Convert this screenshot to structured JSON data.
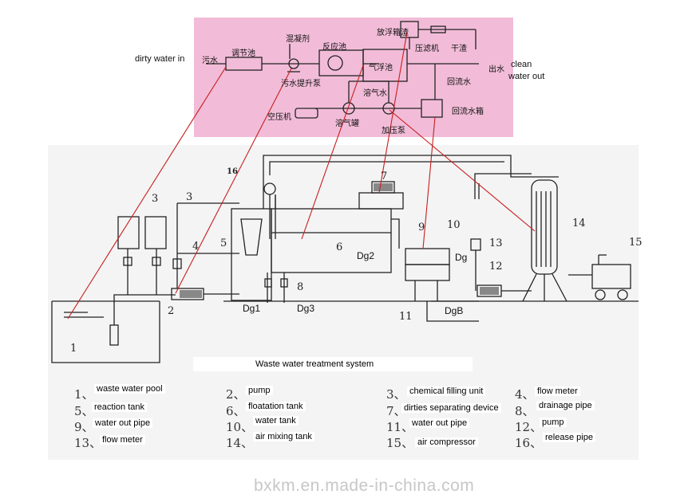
{
  "flow_panel": {
    "dirty_water_in": "dirty water in",
    "clean_water_out_line1": "clean",
    "clean_water_out_line2": "water out",
    "cn_labels": {
      "sewage": "污水",
      "regulating_pool": "调节池",
      "coagulant": "混凝剂",
      "reaction_pool": "反应池",
      "float_tank": "气浮池",
      "sewage_pump": "污水提升泵",
      "dissolved_water": "溶气水",
      "compressor": "空压机",
      "dissolved_tank": "溶气罐",
      "booster_pump": "加压泵",
      "scum_box": "放浮箱渣",
      "filter_press": "压滤机",
      "dry_residue": "干渣",
      "out_water": "出水",
      "return_water": "回流水",
      "return_tank": "回流水箱"
    }
  },
  "schematic": {
    "labels": {
      "dg1": "Dg1",
      "dg2": "Dg2",
      "dg3": "Dg3",
      "dgb": "DgB",
      "dg": "Dg"
    },
    "numbers": [
      "1",
      "2",
      "3",
      "3",
      "4",
      "5",
      "6",
      "7",
      "8",
      "9",
      "10",
      "11",
      "12",
      "13",
      "14",
      "15",
      "16"
    ]
  },
  "caption": "Waste water treatment system",
  "legend": [
    {
      "num": "1、",
      "label": "waste water pool"
    },
    {
      "num": "2、",
      "label": "pump"
    },
    {
      "num": "3、",
      "label": "chemical filling unit"
    },
    {
      "num": "4、",
      "label": "flow meter"
    },
    {
      "num": "5、",
      "label": "reaction tank"
    },
    {
      "num": "6、",
      "label": "floatation tank"
    },
    {
      "num": "7、",
      "label": "dirties separating device"
    },
    {
      "num": "8、",
      "label": "drainage pipe"
    },
    {
      "num": "9、",
      "label": "water out pipe"
    },
    {
      "num": "10、",
      "label": "water tank"
    },
    {
      "num": "11、",
      "label": "water out pipe"
    },
    {
      "num": "12、",
      "label": "pump"
    },
    {
      "num": "13、",
      "label": "flow meter"
    },
    {
      "num": "14、",
      "label": "air mixing tank"
    },
    {
      "num": "15、",
      "label": "air compressor"
    },
    {
      "num": "16、",
      "label": "release pipe"
    }
  ],
  "watermark": "bxkm.en.made-in-china.com",
  "colors": {
    "pink_panel": "#f2bcd8",
    "drawing_bg": "#f4f4f4",
    "red_leader": "#c81e1e",
    "line": "#222222"
  }
}
